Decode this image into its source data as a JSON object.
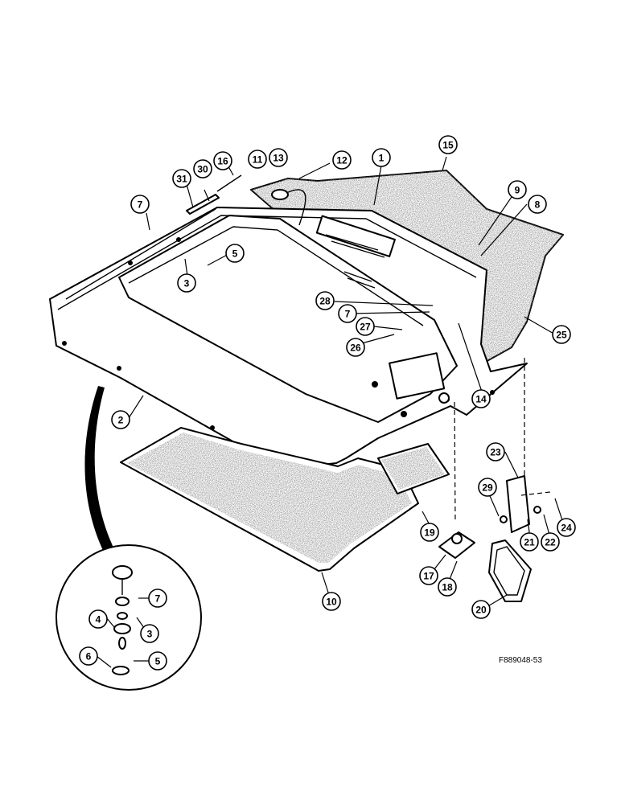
{
  "figure_code": "F889048-53",
  "texture_color": "#8f8f8f",
  "callouts": [
    {
      "id": "c1",
      "label": "1"
    },
    {
      "id": "c2",
      "label": "2"
    },
    {
      "id": "c3a",
      "label": "3"
    },
    {
      "id": "c3b",
      "label": "3"
    },
    {
      "id": "c4",
      "label": "4"
    },
    {
      "id": "c5a",
      "label": "5"
    },
    {
      "id": "c5b",
      "label": "5"
    },
    {
      "id": "c6",
      "label": "6"
    },
    {
      "id": "c7a",
      "label": "7"
    },
    {
      "id": "c7b",
      "label": "7"
    },
    {
      "id": "c7c",
      "label": "7"
    },
    {
      "id": "c8",
      "label": "8"
    },
    {
      "id": "c9",
      "label": "9"
    },
    {
      "id": "c10",
      "label": "10"
    },
    {
      "id": "c11",
      "label": "11"
    },
    {
      "id": "c12",
      "label": "12"
    },
    {
      "id": "c13",
      "label": "13"
    },
    {
      "id": "c14",
      "label": "14"
    },
    {
      "id": "c15",
      "label": "15"
    },
    {
      "id": "c16",
      "label": "16"
    },
    {
      "id": "c17",
      "label": "17"
    },
    {
      "id": "c18",
      "label": "18"
    },
    {
      "id": "c19",
      "label": "19"
    },
    {
      "id": "c20",
      "label": "20"
    },
    {
      "id": "c21",
      "label": "21"
    },
    {
      "id": "c22",
      "label": "22"
    },
    {
      "id": "c23",
      "label": "23"
    },
    {
      "id": "c24",
      "label": "24"
    },
    {
      "id": "c25",
      "label": "25"
    },
    {
      "id": "c26",
      "label": "26"
    },
    {
      "id": "c27",
      "label": "27"
    },
    {
      "id": "c28",
      "label": "28"
    },
    {
      "id": "c29",
      "label": "29"
    },
    {
      "id": "c30",
      "label": "30"
    },
    {
      "id": "c31",
      "label": "31"
    }
  ]
}
